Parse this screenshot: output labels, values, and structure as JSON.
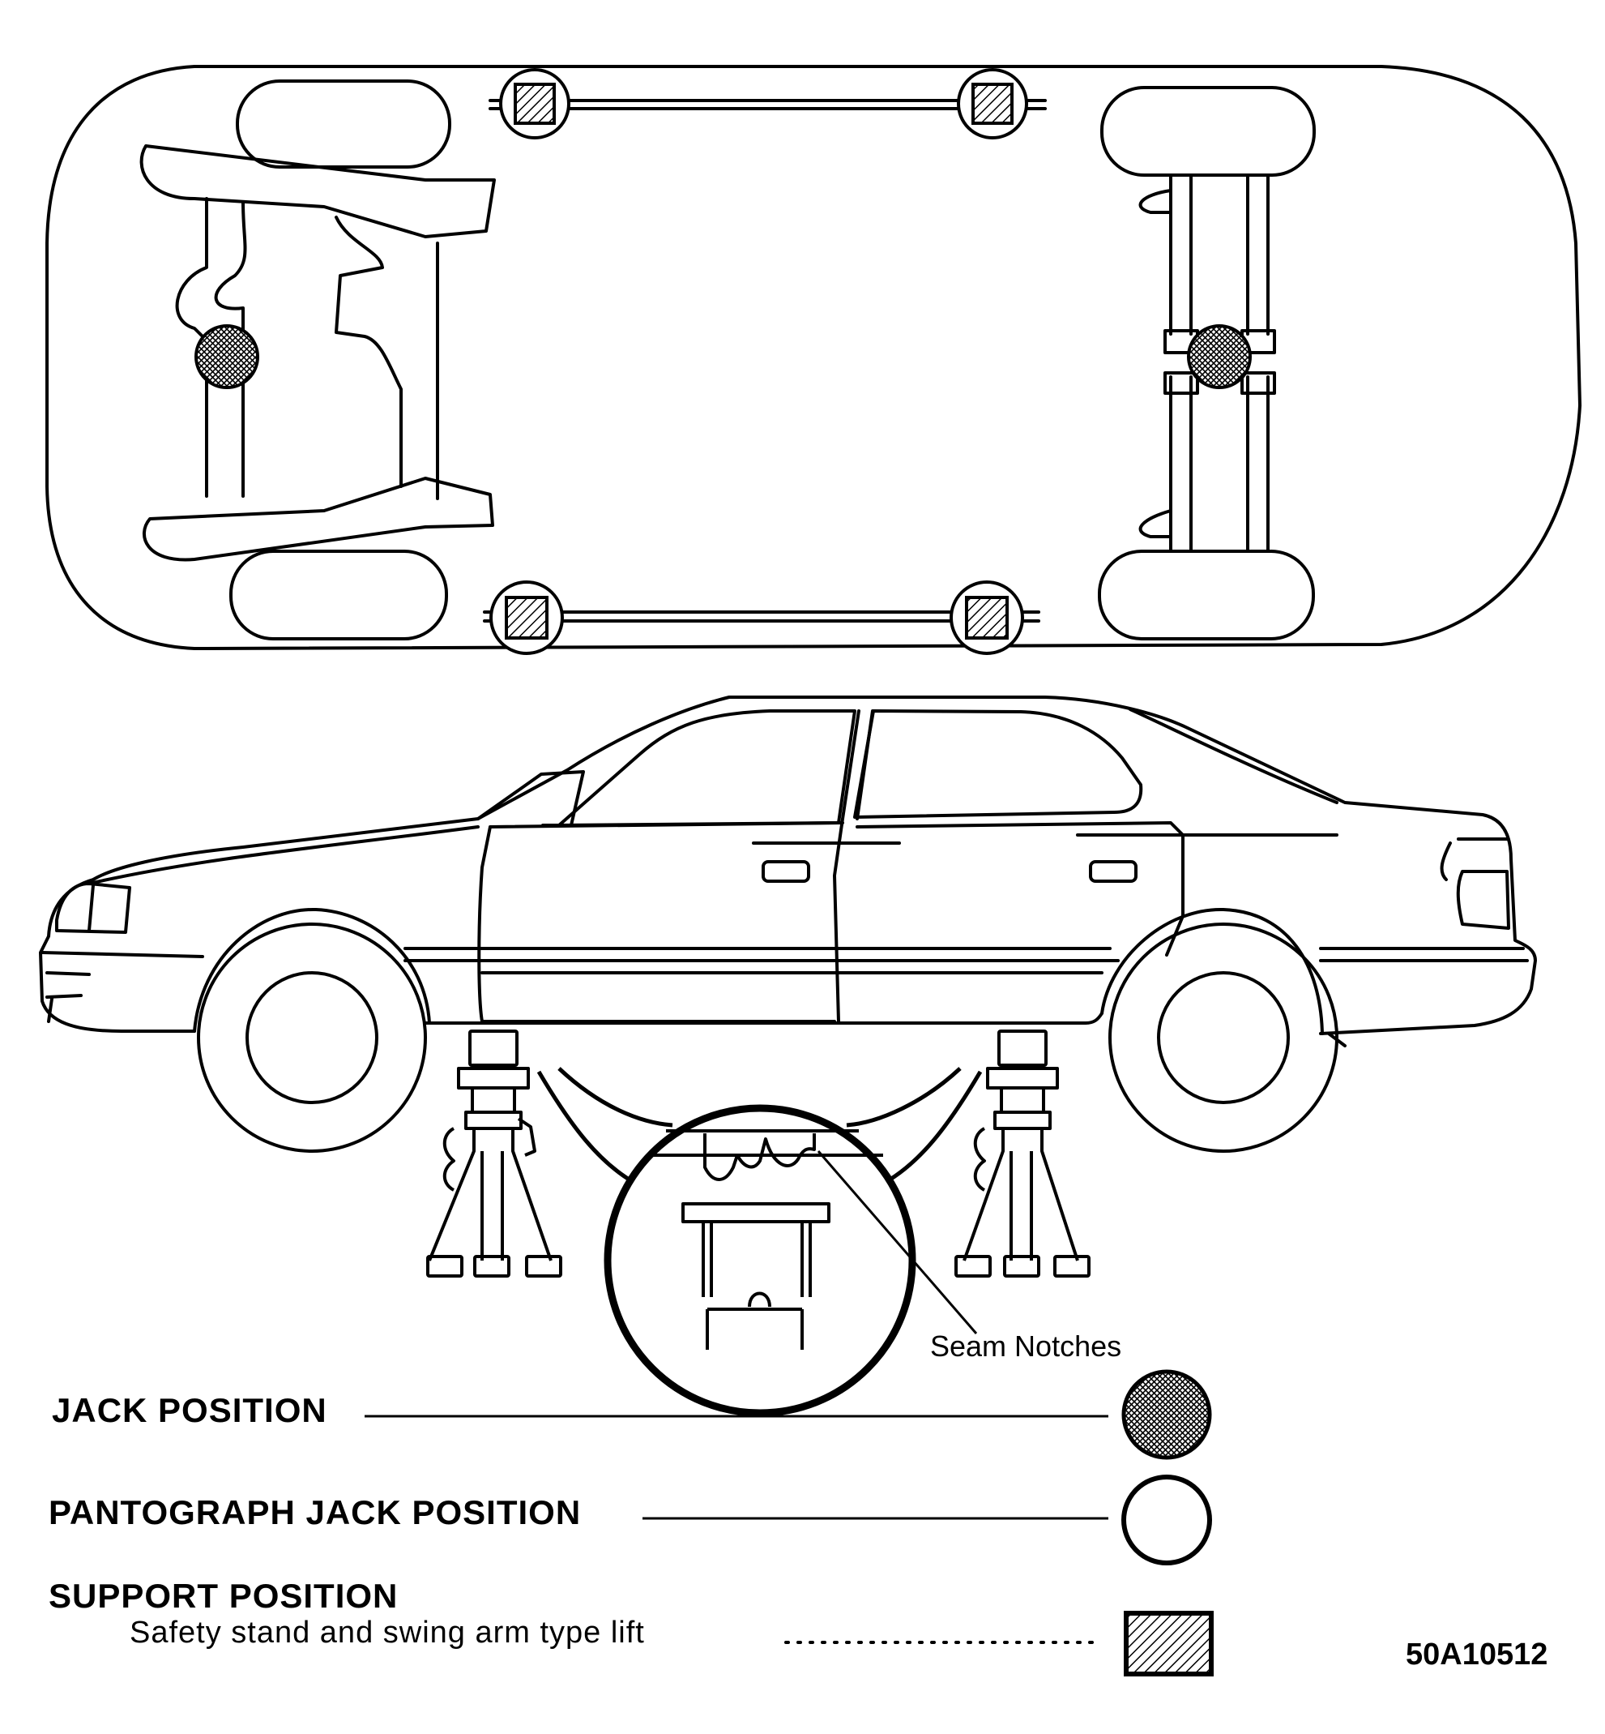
{
  "labels": {
    "seam_notches": "Seam Notches",
    "jack_position": "JACK POSITION",
    "pantograph_jack_position": "PANTOGRAPH JACK POSITION",
    "support_position": "SUPPORT POSITION",
    "support_detail": "Safety stand and swing arm type lift",
    "figure_code": "50A10512"
  },
  "legend": [
    {
      "key": "jack_position",
      "symbol": "crosshatched-circle-icon"
    },
    {
      "key": "pantograph_jack_position",
      "symbol": "open-circle-icon"
    },
    {
      "key": "support_position",
      "symbol": "hatched-square-icon"
    }
  ],
  "colors": {
    "ink": "#000000",
    "paper": "#ffffff"
  }
}
